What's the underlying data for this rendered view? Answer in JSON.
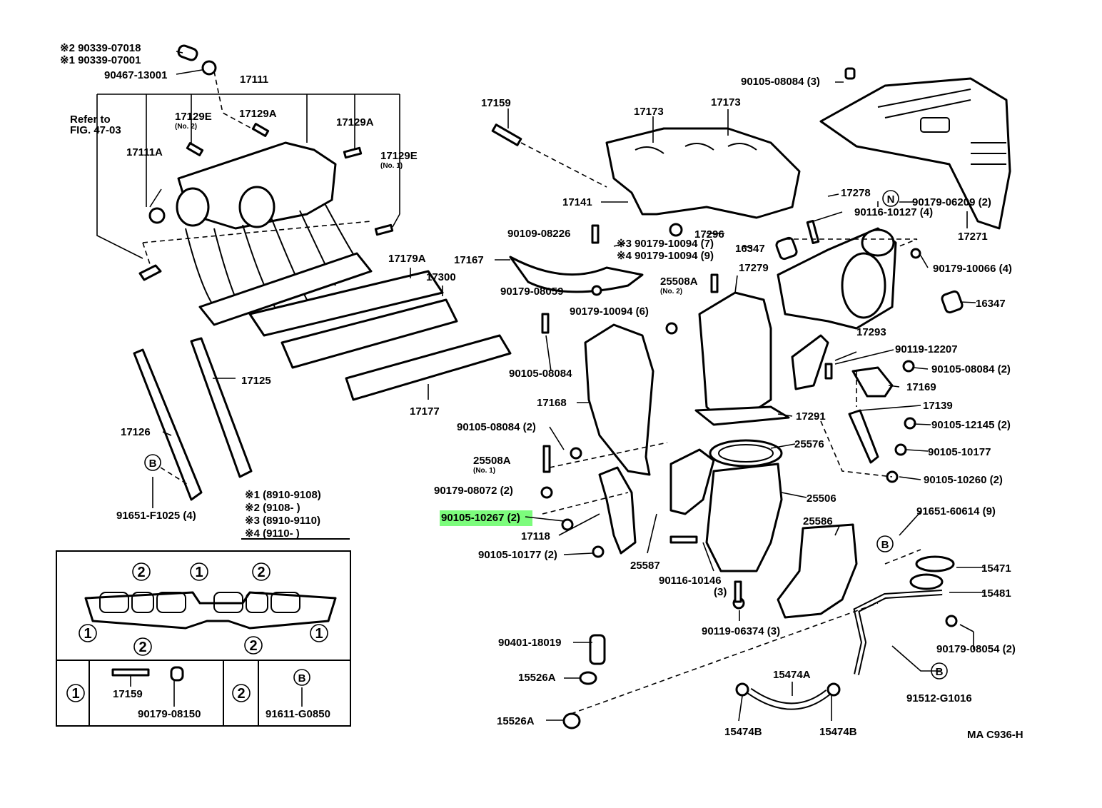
{
  "highlight_color": "#7CFC7C",
  "labels": {
    "p1_90339_07018": "※2  90339-07018",
    "p1_90339_07001": "※1  90339-07001",
    "p_90467_13001": "90467-13001",
    "p_17111": "17111",
    "refer_to_1": "Refer to",
    "refer_to_2": "FIG. 47-03",
    "p_17129E_no2": "17129E",
    "p_17129E_no2_sub": "(No. 2)",
    "p_17129A_a": "17129A",
    "p_17129A_b": "17129A",
    "p_17111A": "17111A",
    "p_17129E_no1": "17129E",
    "p_17129E_no1_sub": "(No. 1)",
    "p_17179A": "17179A",
    "p_17300": "17300",
    "p_17125": "17125",
    "p_17177": "17177",
    "p_17126": "17126",
    "p_91651_F1025": "91651-F1025 (4)",
    "note_1": "※1  (8910-9108)",
    "note_2": "※2  (9108-        )",
    "note_3": "※3  (8910-9110)",
    "note_4": "※4  (9110-        )",
    "p_17159_top": "17159",
    "p_17173_a": "17173",
    "p_17173_b": "17173",
    "p_17141": "17141",
    "p_90105_08084_top": "90105-08084 (3)",
    "p_17278": "17278",
    "p_90179_06209": "90179-06209 (2)",
    "p_90116_10127": "90116-10127 (4)",
    "p_17271": "17271",
    "p_90109_08226": "90109-08226",
    "p_90179_10094_7": "※3  90179-10094 (7)",
    "p_90179_10094_9": "※4  90179-10094 (9)",
    "p_17296": "17296",
    "p_16347_a": "16347",
    "p_17167": "17167",
    "p_25508A_no2": "25508A",
    "p_25508A_no2_sub": "(No. 2)",
    "p_17279": "17279",
    "p_90179_10066": "90179-10066 (4)",
    "p_90179_08059": "90179-08059",
    "p_90179_10094_6": "90179-10094 (6)",
    "p_16347_b": "16347",
    "p_17293": "17293",
    "p_90119_12207": "90119-12207",
    "p_90105_08084_mid": "90105-08084",
    "p_90105_08084_r": "90105-08084 (2)",
    "p_17169": "17169",
    "p_17168": "17168",
    "p_17139": "17139",
    "p_17291": "17291",
    "p_90105_08084_l2": "90105-08084 (2)",
    "p_90105_12145": "90105-12145 (2)",
    "p_25576": "25576",
    "p_25508A_no1": "25508A",
    "p_25508A_no1_sub": "(No. 1)",
    "p_90105_10177_r": "90105-10177",
    "p_90105_10260": "90105-10260 (2)",
    "p_90179_08072": "90179-08072 (2)",
    "p_25506": "25506",
    "p_90105_10267": "90105-10267 (2)",
    "p_91651_60614": "91651-60614 (9)",
    "p_25586": "25586",
    "p_17118": "17118",
    "p_90105_10177_l": "90105-10177 (2)",
    "p_25587": "25587",
    "p_15471": "15471",
    "p_90116_10146": "90116-10146",
    "p_90116_10146_sub": "(3)",
    "p_15481": "15481",
    "p_90119_06374": "90119-06374 (3)",
    "p_90179_08054": "90179-08054 (2)",
    "p_90401_18019": "90401-18019",
    "p_15526A_a": "15526A",
    "p_15474A": "15474A",
    "p_91512_G1016": "91512-G1016",
    "p_15526A_b": "15526A",
    "p_15474B_a": "15474B",
    "p_15474B_b": "15474B",
    "p_ma_code": "MA C936-H"
  },
  "circled": {
    "b": "B",
    "n": "N",
    "one": "1",
    "two": "2"
  },
  "inset": {
    "cell_17159": "17159",
    "cell_90179_08150": "90179-08150",
    "cell_91611_G0850": "91611-G0850"
  }
}
